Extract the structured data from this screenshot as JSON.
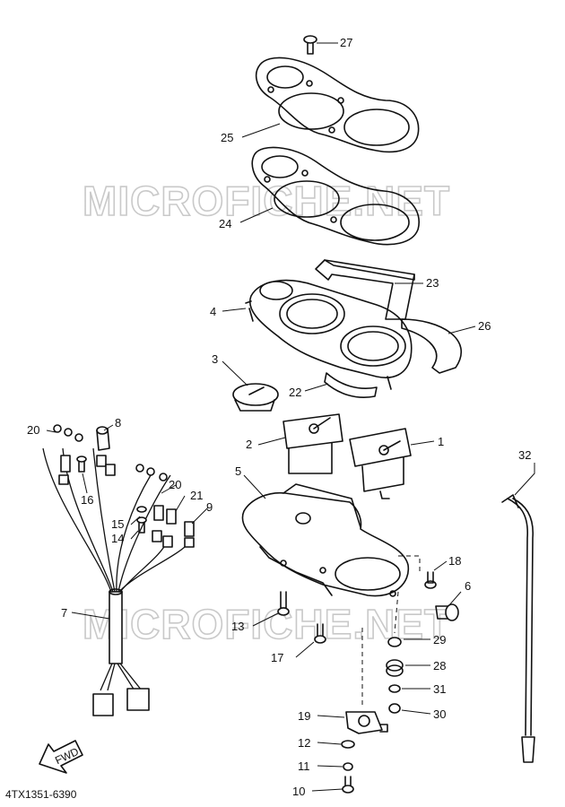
{
  "watermark": "MICROFICHE.NET",
  "diagram_code": "4TX1351-6390",
  "fwd_label": "FWD",
  "part_numbers": {
    "p1": "1",
    "p2": "2",
    "p3": "3",
    "p4": "4",
    "p5": "5",
    "p6": "6",
    "p7": "7",
    "p8": "8",
    "p9": "9",
    "p10": "10",
    "p11": "11",
    "p12": "12",
    "p13": "13",
    "p14": "14",
    "p15": "15",
    "p16": "16",
    "p17": "17",
    "p18": "18",
    "p19": "19",
    "p20a": "20",
    "p20b": "20",
    "p21": "21",
    "p22": "22",
    "p23": "23",
    "p24": "24",
    "p25": "25",
    "p26": "26",
    "p27": "27",
    "p28": "28",
    "p29": "29",
    "p30": "30",
    "p31": "31",
    "p32": "32"
  }
}
